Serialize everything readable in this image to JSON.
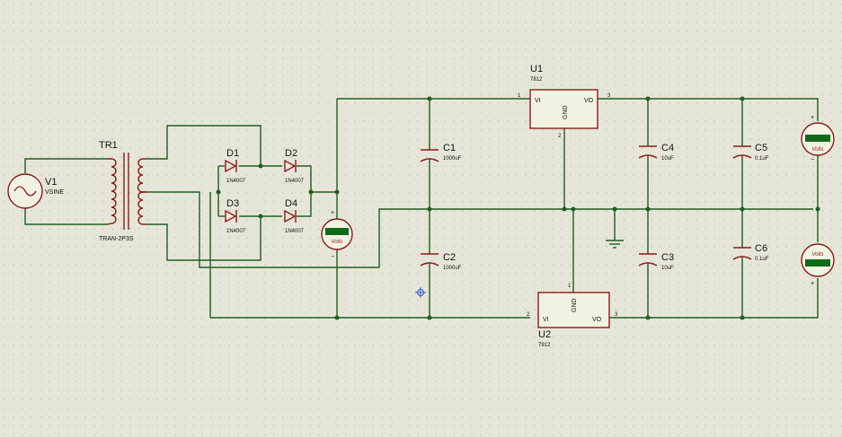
{
  "colors": {
    "background": "#e6e6d8",
    "grid_dot": "#b9b9a6",
    "wire": "#1f5e1f",
    "component": "#8b1a1a",
    "component_fill": "#f2f2e2",
    "meter_display": "#0f6b1a",
    "text": "#111111"
  },
  "components": {
    "v1": {
      "ref": "V1",
      "value": "VSINE"
    },
    "tr1": {
      "ref": "TR1",
      "value": "TRAN-2P3S"
    },
    "d1": {
      "ref": "D1",
      "value": "1N4007"
    },
    "d2": {
      "ref": "D2",
      "value": "1N4007"
    },
    "d3": {
      "ref": "D3",
      "value": "1N4007"
    },
    "d4": {
      "ref": "D4",
      "value": "1N4007"
    },
    "c1": {
      "ref": "C1",
      "value": "1000uF"
    },
    "c2": {
      "ref": "C2",
      "value": "1000uF"
    },
    "c3": {
      "ref": "C3",
      "value": "10uF"
    },
    "c4": {
      "ref": "C4",
      "value": "10uF"
    },
    "c5": {
      "ref": "C5",
      "value": "0.1uF"
    },
    "c6": {
      "ref": "C6",
      "value": "0.1uF"
    },
    "u1": {
      "ref": "U1",
      "value": "7812",
      "pin_in": "VI",
      "pin_out": "VO",
      "pin_gnd": "GND",
      "pin_in_num": "1",
      "pin_out_num": "3",
      "pin_gnd_num": "2"
    },
    "u2": {
      "ref": "U2",
      "value": "7912",
      "pin_in": "VI",
      "pin_out": "VO",
      "pin_gnd": "GND",
      "pin_in_num": "2",
      "pin_out_num": "3",
      "pin_gnd_num": "1"
    }
  },
  "meters": {
    "unit": "Volts",
    "plus": "+",
    "minus": "−"
  }
}
